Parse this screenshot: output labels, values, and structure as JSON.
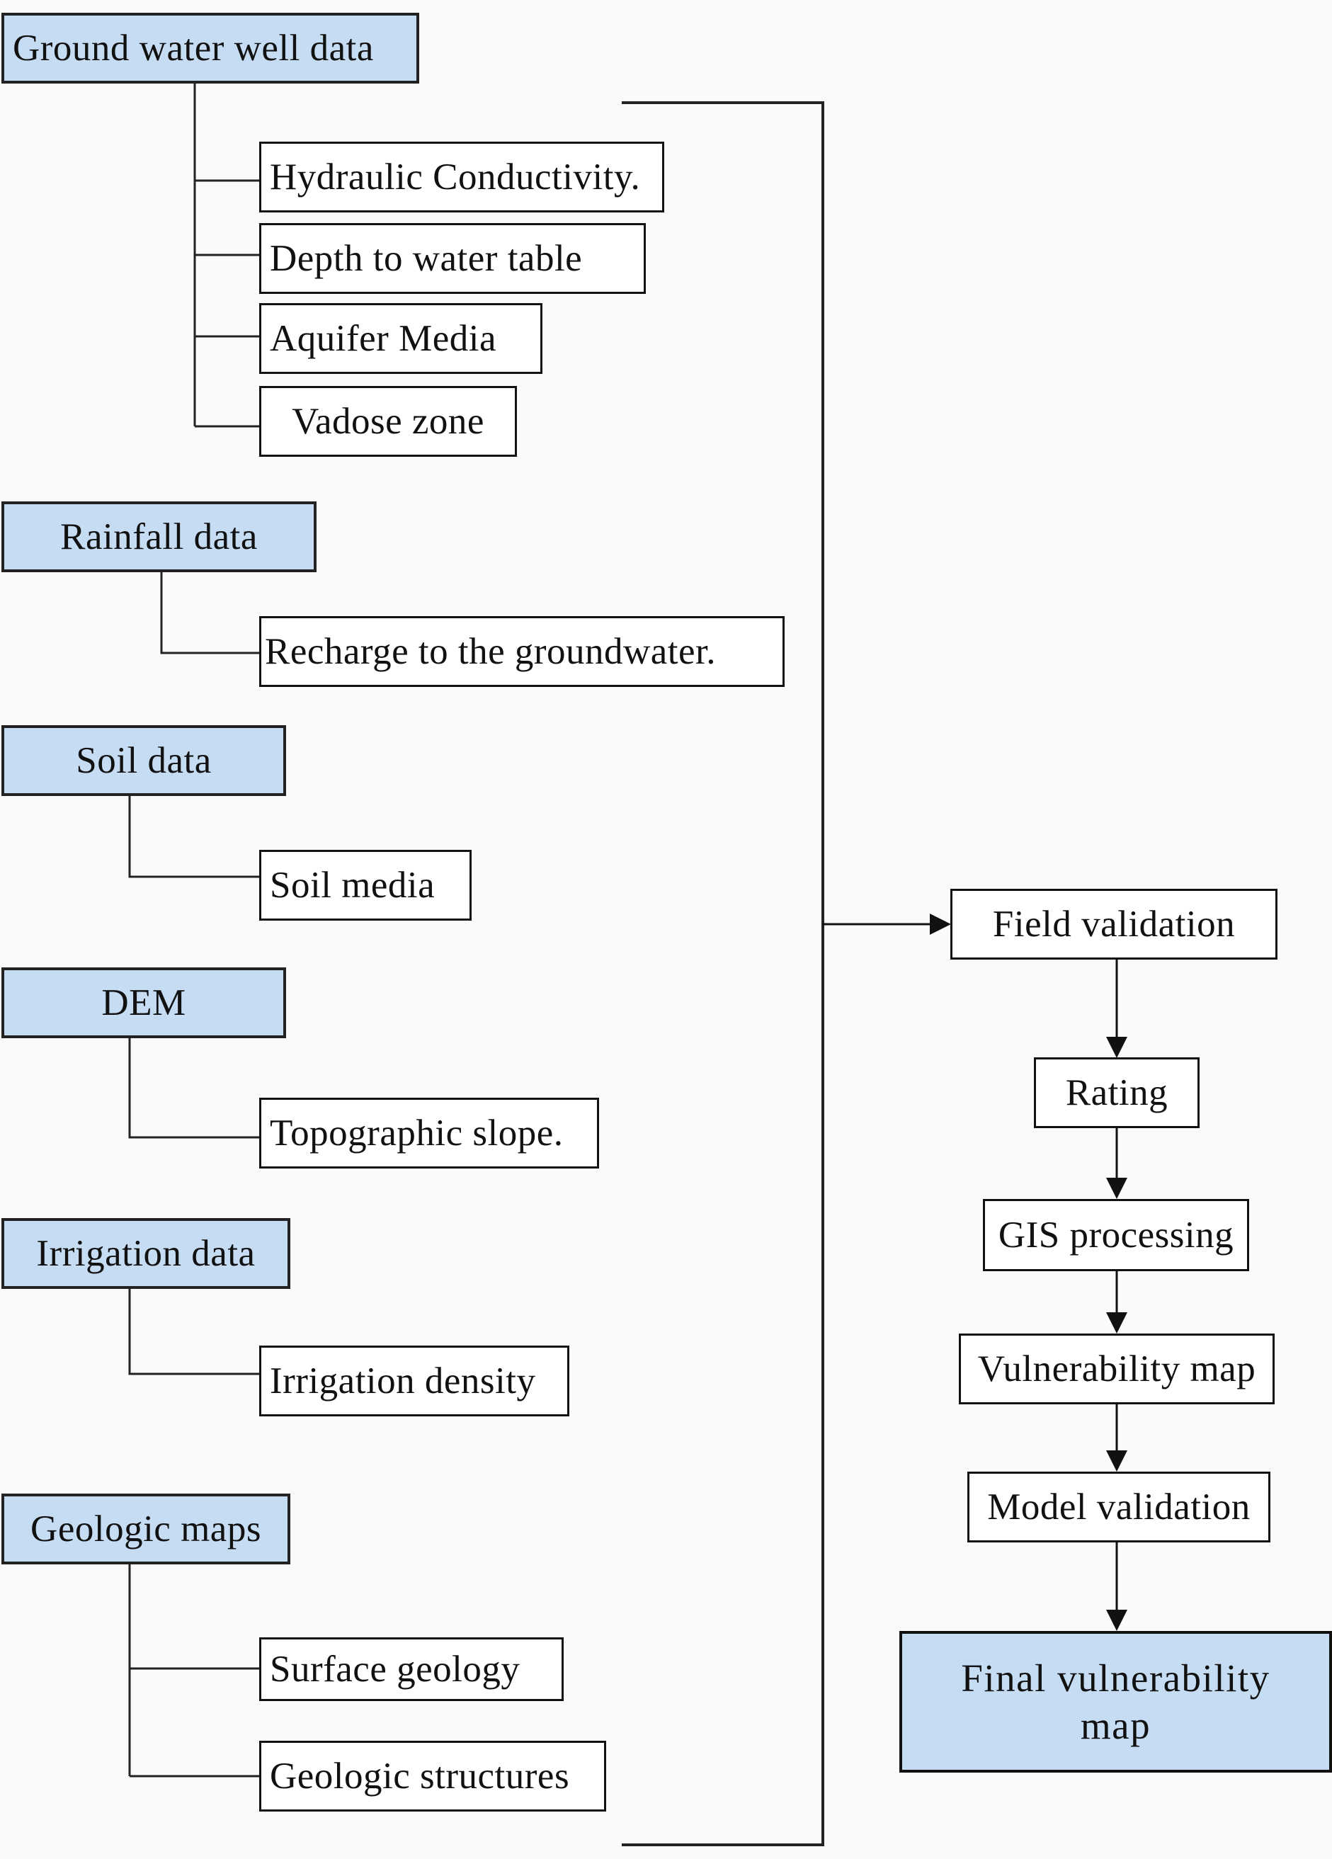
{
  "colors": {
    "source_fill": "#c6dcf3",
    "box_fill": "#ffffff",
    "line": "#111111",
    "final_fill": "#c6dcf3"
  },
  "sources": [
    {
      "label": "Ground water well data",
      "children": [
        "Hydraulic Conductivity.",
        "Depth to water table",
        "Aquifer Media",
        "Vadose zone"
      ]
    },
    {
      "label": "Rainfall data",
      "children": [
        "Recharge to the groundwater."
      ]
    },
    {
      "label": "Soil data",
      "children": [
        "Soil media"
      ]
    },
    {
      "label": "DEM",
      "children": [
        "Topographic slope."
      ]
    },
    {
      "label": "Irrigation data",
      "children": [
        "Irrigation density"
      ]
    },
    {
      "label": "Geologic maps",
      "children": [
        "Surface geology",
        "Geologic structures"
      ]
    }
  ],
  "pipeline": [
    "Field validation",
    "Rating",
    "GIS processing",
    "Vulnerability map",
    "Model validation",
    "Final vulnerability map"
  ]
}
